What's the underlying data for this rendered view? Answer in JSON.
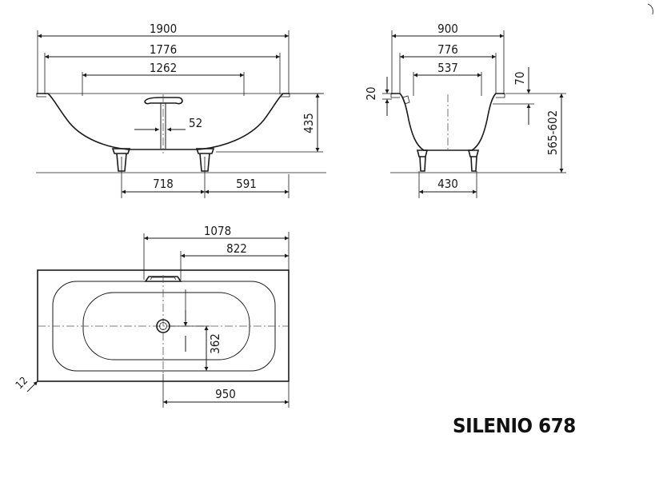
{
  "product": {
    "model": "SILENIO 678"
  },
  "side_view": {
    "dims": {
      "overall_length": "1900",
      "inner_rim_length": "1776",
      "bottom_length": "1262",
      "drain_offset": "52",
      "height": "435",
      "foot_spacing": "718",
      "foot_to_end": "591"
    }
  },
  "end_view": {
    "dims": {
      "overall_width": "900",
      "inner_rim_width": "776",
      "bottom_width": "537",
      "rim_thickness": "20",
      "rim_drop": "70",
      "installed_height": "565-602",
      "foot_width": "430"
    }
  },
  "plan_view": {
    "dims": {
      "overflow_position": "1078",
      "overflow_offset": "822",
      "drain_to_edge": "362",
      "drain_to_end": "950",
      "rim_radius": "12"
    }
  }
}
